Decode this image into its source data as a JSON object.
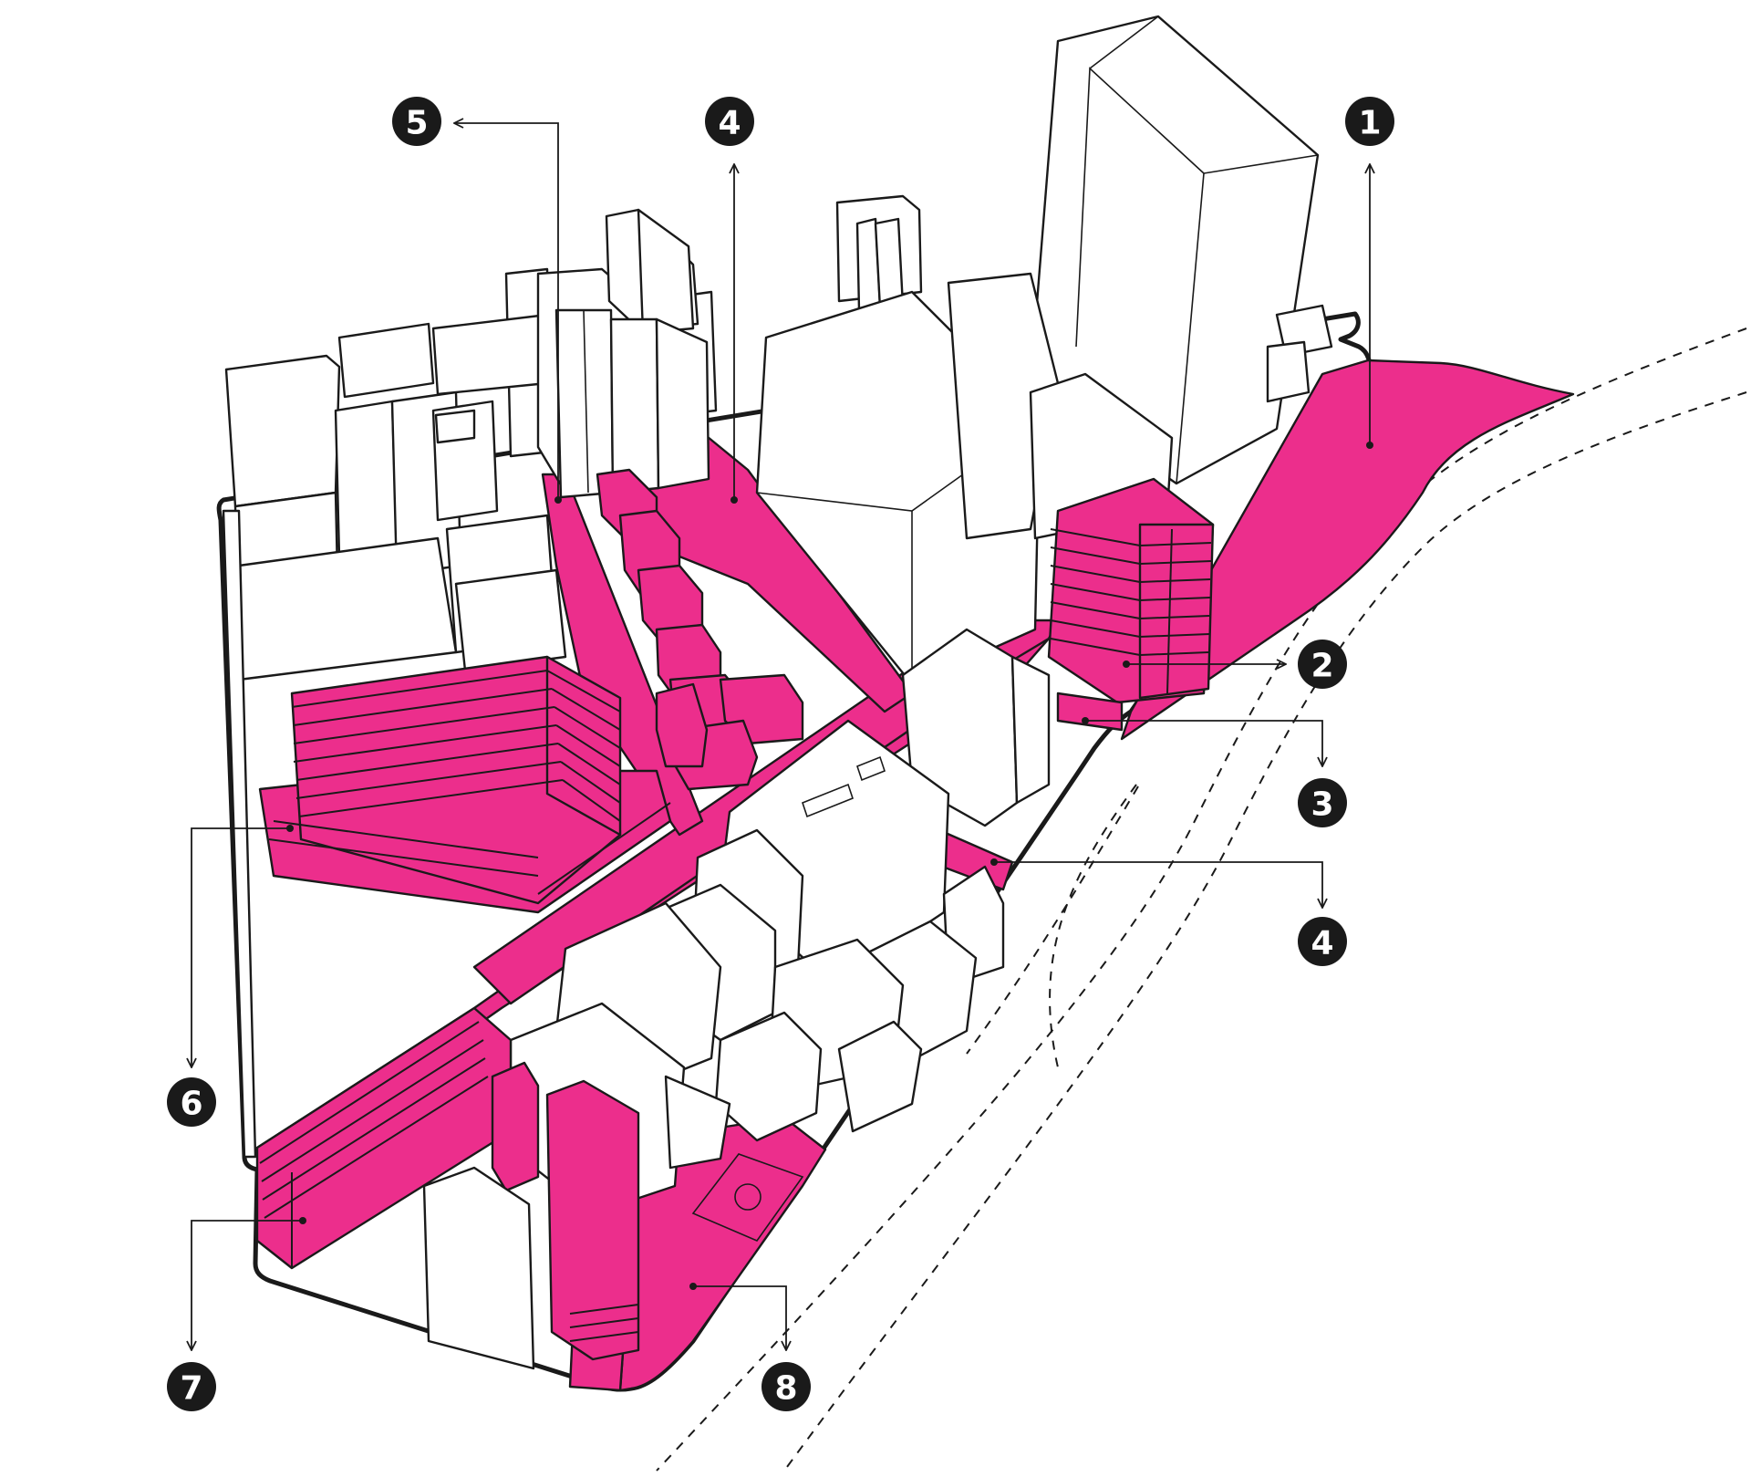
{
  "colors": {
    "accent": "#ec2e8c",
    "ink": "#1a1a1a",
    "background": "#ffffff"
  },
  "callouts": [
    {
      "id": "c1",
      "label": "1"
    },
    {
      "id": "c2",
      "label": "2"
    },
    {
      "id": "c3",
      "label": "3"
    },
    {
      "id": "c4a",
      "label": "4"
    },
    {
      "id": "c4b",
      "label": "4"
    },
    {
      "id": "c5",
      "label": "5"
    },
    {
      "id": "c6",
      "label": "6"
    },
    {
      "id": "c7",
      "label": "7"
    },
    {
      "id": "c8",
      "label": "8"
    }
  ]
}
